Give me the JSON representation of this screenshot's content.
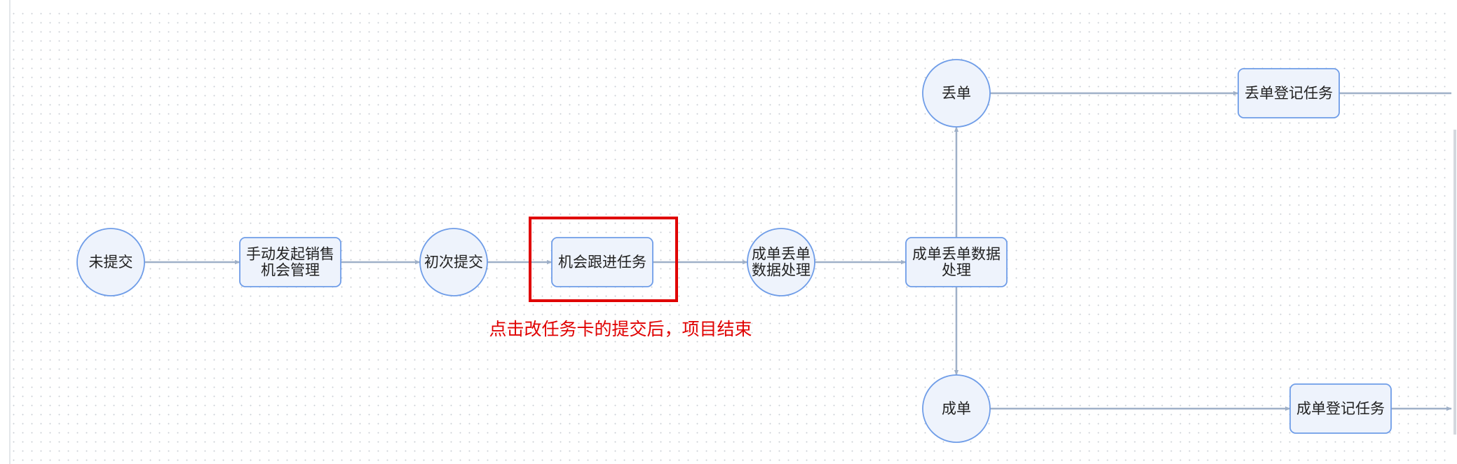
{
  "colors": {
    "node_fill": "#eef3fc",
    "node_stroke": "#6f9de8",
    "edge": "#9fb0c8",
    "highlight": "#e00000",
    "annotation": "#e00000",
    "grid_dot": "#c9cdd4"
  },
  "nodes": [
    {
      "id": "n1",
      "shape": "circle",
      "lines": [
        "未提交"
      ]
    },
    {
      "id": "n2",
      "shape": "rect",
      "lines": [
        "手动发起销售",
        "机会管理"
      ]
    },
    {
      "id": "n3",
      "shape": "circle",
      "lines": [
        "初次提交"
      ]
    },
    {
      "id": "n4",
      "shape": "rect",
      "lines": [
        "机会跟进任务"
      ],
      "highlighted": true
    },
    {
      "id": "n5",
      "shape": "circle",
      "lines": [
        "成单丢单",
        "数据处理"
      ]
    },
    {
      "id": "n6",
      "shape": "rect",
      "lines": [
        "成单丢单数据",
        "处理"
      ]
    },
    {
      "id": "n7",
      "shape": "circle",
      "lines": [
        "丢单"
      ]
    },
    {
      "id": "n8",
      "shape": "rect",
      "lines": [
        "丢单登记任务"
      ]
    },
    {
      "id": "n9",
      "shape": "circle",
      "lines": [
        "成单"
      ]
    },
    {
      "id": "n10",
      "shape": "rect",
      "lines": [
        "成单登记任务"
      ]
    }
  ],
  "edges": [
    {
      "from": "n1",
      "to": "n2"
    },
    {
      "from": "n2",
      "to": "n3"
    },
    {
      "from": "n3",
      "to": "n4"
    },
    {
      "from": "n4",
      "to": "n5"
    },
    {
      "from": "n5",
      "to": "n6"
    },
    {
      "from": "n6",
      "to": "n7"
    },
    {
      "from": "n6",
      "to": "n9"
    },
    {
      "from": "n7",
      "to": "n8"
    },
    {
      "from": "n9",
      "to": "n10"
    }
  ],
  "annotation": {
    "text": "点击改任务卡的提交后，项目结束"
  }
}
